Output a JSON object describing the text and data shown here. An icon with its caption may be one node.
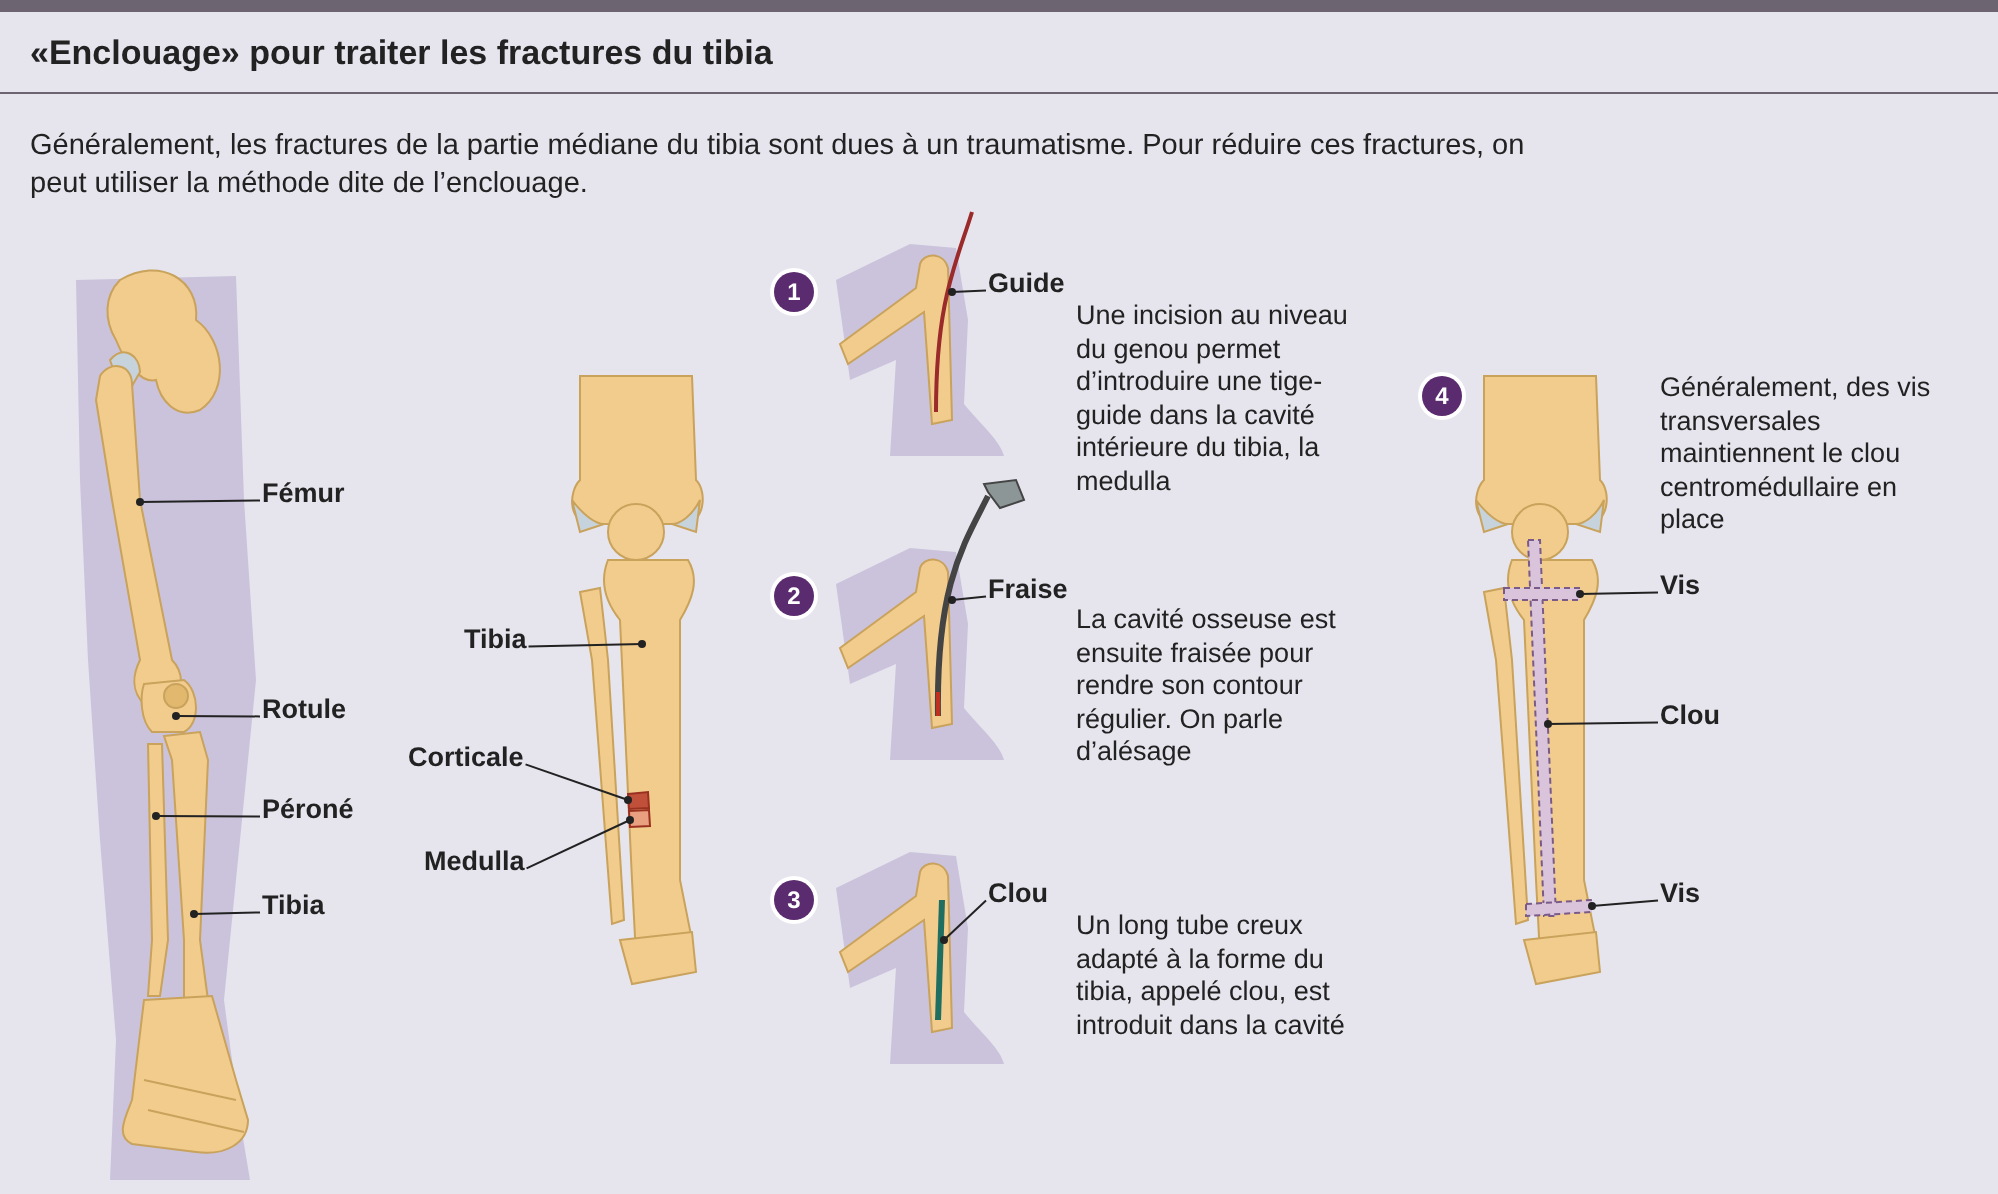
{
  "diagram": {
    "title": "«Enclouage» pour traiter les fractures du tibia",
    "nodes": [
      {
        "text": [
          "Fémur"
        ]
      },
      {
        "text": [
          "Rotule"
        ]
      },
      {
        "text": [
          "Péroné"
        ]
      },
      {
        "text": [
          "Tibia"
        ]
      },
      {
        "text": [
          "Tibia"
        ]
      },
      {
        "text": [
          "Corticale"
        ]
      },
      {
        "text": [
          "Medulla"
        ]
      },
      {
        "text": [
          "1"
        ]
      },
      {
        "text": [
          "Guide"
        ]
      },
      {
        "text": [
          "2"
        ]
      },
      {
        "text": [
          "Fraise"
        ]
      },
      {
        "text": [
          "3"
        ]
      },
      {
        "text": [
          "Clou"
        ]
      },
      {
        "text": [
          "4"
        ]
      },
      {
        "text": [
          "Vis"
        ]
      },
      {
        "text": [
          "Clou"
        ]
      },
      {
        "text": [
          "Vis"
        ]
      },
      {
        "text": [],
        "shape": "bar"
      },
      {
        "text": [],
        "shape": "bar"
      },
      {
        "text": [],
        "shape": "bar"
      },
      {
        "text": [],
        "shape": "box"
      },
      {
        "text": [],
        "shape": "box"
      }
    ],
    "edges": [
      {
        "from": 0,
        "to": null,
        "arrow": "other"
      },
      {
        "from": 1,
        "to": null,
        "arrow": "other"
      },
      {
        "from": 2,
        "to": null,
        "arrow": "other"
      },
      {
        "from": 3,
        "to": null,
        "arrow": "other"
      },
      {
        "from": 4,
        "to": null,
        "arrow": "other"
      },
      {
        "from": 5,
        "to": 20,
        "arrow": "other"
      },
      {
        "from": 6,
        "to": 21,
        "arrow": "other"
      },
      {
        "from": 8,
        "to": null,
        "arrow": "other"
      },
      {
        "from": 10,
        "to": null,
        "arrow": "other"
      },
      {
        "from": 12,
        "to": null,
        "arrow": "other"
      },
      {
        "from": 14,
        "to": 17,
        "arrow": "other"
      },
      {
        "from": 15,
        "to": 18,
        "arrow": "other"
      },
      {
        "from": 16,
        "to": 19,
        "arrow": "other"
      }
    ],
    "labels": [
      "Généralement, les fractures de la partie médiane du tibia sont dues à un traumatisme. Pour réduire ces fractures, on peut utiliser la méthode dite de l’enclouage.",
      "Une incision au niveau du genou permet d’introduire une tige-guide dans la cavité intérieure du tibia, la medulla",
      "La cavité osseuse est ensuite fraisée pour rendre son contour régulier. On parle d’alésage",
      "Un long tube creux adapté à la forme du tibia, appelé clou, est introduit dans la cavité",
      "Généralement, des vis transversales maintiennent le clou centromédullaire en place"
    ]
  }
}
